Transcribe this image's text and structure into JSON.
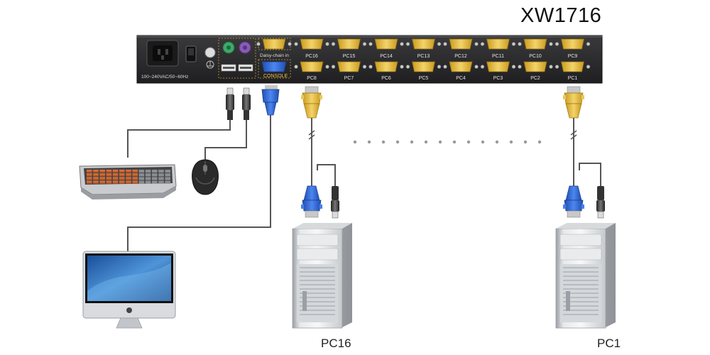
{
  "model": "XW1716",
  "panel": {
    "power_label": "100~240VAC/50~60Hz",
    "daisy_chain_label": "Daisy-chain in",
    "console_label": "CONSOLE",
    "ports_top": [
      "PC16",
      "PC15",
      "PC14",
      "PC13",
      "PC12",
      "PC11",
      "PC10",
      "PC9"
    ],
    "ports_bottom": [
      "PC8",
      "PC7",
      "PC6",
      "PC5",
      "PC4",
      "PC3",
      "PC2",
      "PC1"
    ]
  },
  "computers": [
    {
      "label": "PC16"
    },
    {
      "label": "PC1"
    }
  ],
  "colors": {
    "panel": "#2b2b2d",
    "vga_port": "#d9b23a",
    "console_port": "#2f6ed6",
    "vga_connector_gold": "#e4bf45",
    "vga_connector_blue": "#2f63d0",
    "cable": "#555555",
    "ps2_keyboard": "#8a5ab8",
    "ps2_mouse": "#3fa86a"
  }
}
